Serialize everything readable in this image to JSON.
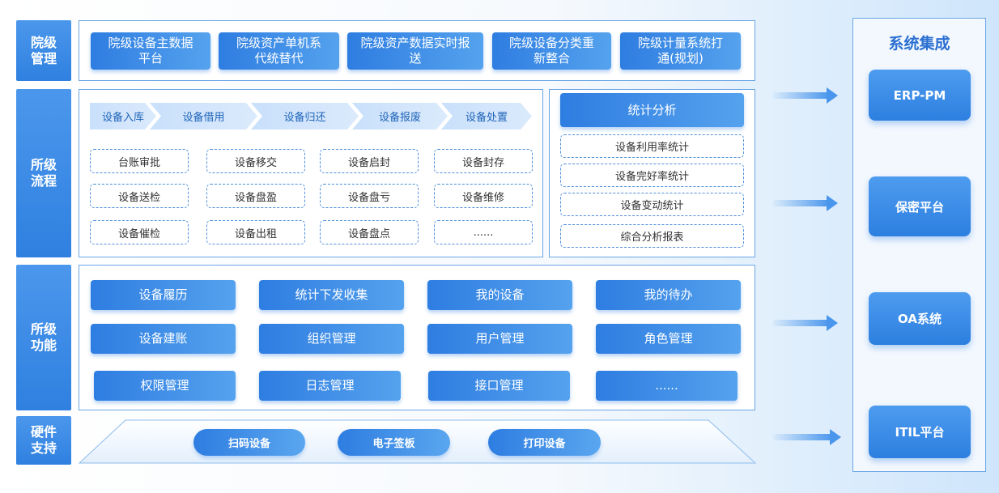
{
  "side_labels": {
    "institute_mgmt": "院级\n管理",
    "dept_process": "所级\n流程",
    "dept_function": "所级\n功能",
    "hardware": "硬件\n支持"
  },
  "top_buttons": [
    "院级设备主数据平台",
    "院级资产单机系代统替代",
    "院级资产数据实时报送",
    "院级设备分类重新整合",
    "院级计量系统打通(规划)"
  ],
  "top_button_lines": [
    [
      "院级设备主数据",
      "平台"
    ],
    [
      "院级资产单机系",
      "代统替代"
    ],
    [
      "院级资产数据实时报",
      "送"
    ],
    [
      "院级设备分类重",
      "新整合"
    ],
    [
      "院级计量系统打",
      "通(规划)"
    ]
  ],
  "process_steps": [
    "设备入库",
    "设备借用",
    "设备归还",
    "设备报废",
    "设备处置"
  ],
  "process_items": [
    [
      "台账审批",
      "设备移交",
      "设备启封",
      "设备封存"
    ],
    [
      "设备送检",
      "设备盘盈",
      "设备盘亏",
      "设备维修"
    ],
    [
      "设备催检",
      "设备出租",
      "设备盘点",
      "......"
    ]
  ],
  "stats": {
    "title": "统计分析",
    "items": [
      "设备利用率统计",
      "设备完好率统计",
      "设备变动统计",
      "综合分析报表"
    ]
  },
  "functions": [
    [
      "设备履历",
      "统计下发收集",
      "我的设备",
      "我的待办"
    ],
    [
      "设备建账",
      "组织管理",
      "用户管理",
      "角色管理"
    ],
    [
      "权限管理",
      "日志管理",
      "接口管理",
      "......"
    ]
  ],
  "hardware": [
    "扫码设备",
    "电子签板",
    "打印设备"
  ],
  "integration": {
    "title": "系统集成",
    "systems": [
      "ERP-PM",
      "保密平台",
      "OA系统",
      "ITIL平台"
    ]
  },
  "colors": {
    "accent": "#2e7de1",
    "accent_light": "#55a2ee",
    "border": "#6aa6e6",
    "title_blue": "#2a6fd1"
  }
}
